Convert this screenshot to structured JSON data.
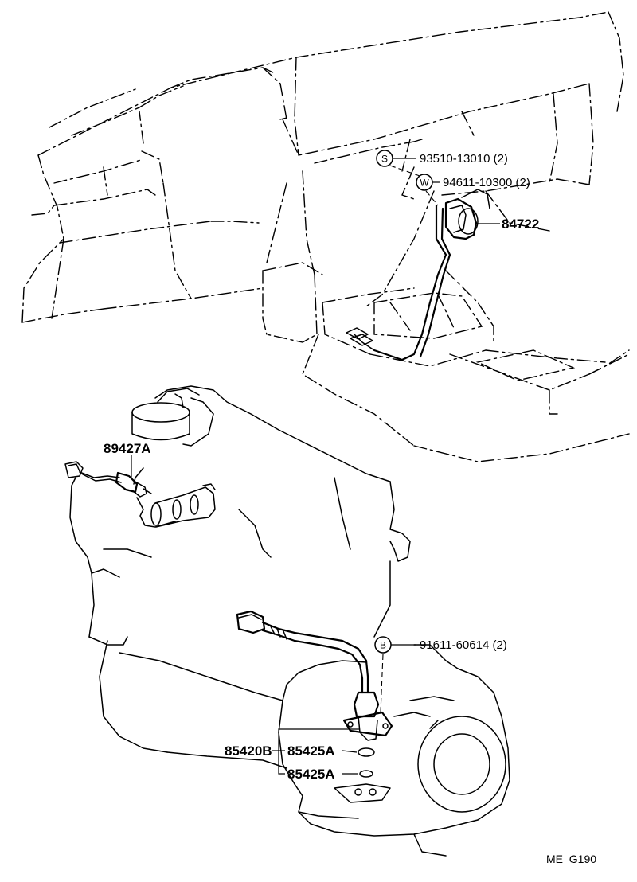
{
  "callouts": {
    "screw": {
      "symbol": "S",
      "part_no": "93510-13010 (2)"
    },
    "washer": {
      "symbol": "W",
      "part_no": "94611-10300 (2)"
    },
    "bolt": {
      "symbol": "B",
      "part_no": "91611-60614 (2)"
    }
  },
  "parts": {
    "speedometer_sensor": "84722",
    "water_temp_sensor": "89427A",
    "speed_sensor_assy": "85420B",
    "o_ring_upper": "85425A",
    "o_ring_lower": "85425A"
  },
  "footer": {
    "code": "ME  G190"
  }
}
